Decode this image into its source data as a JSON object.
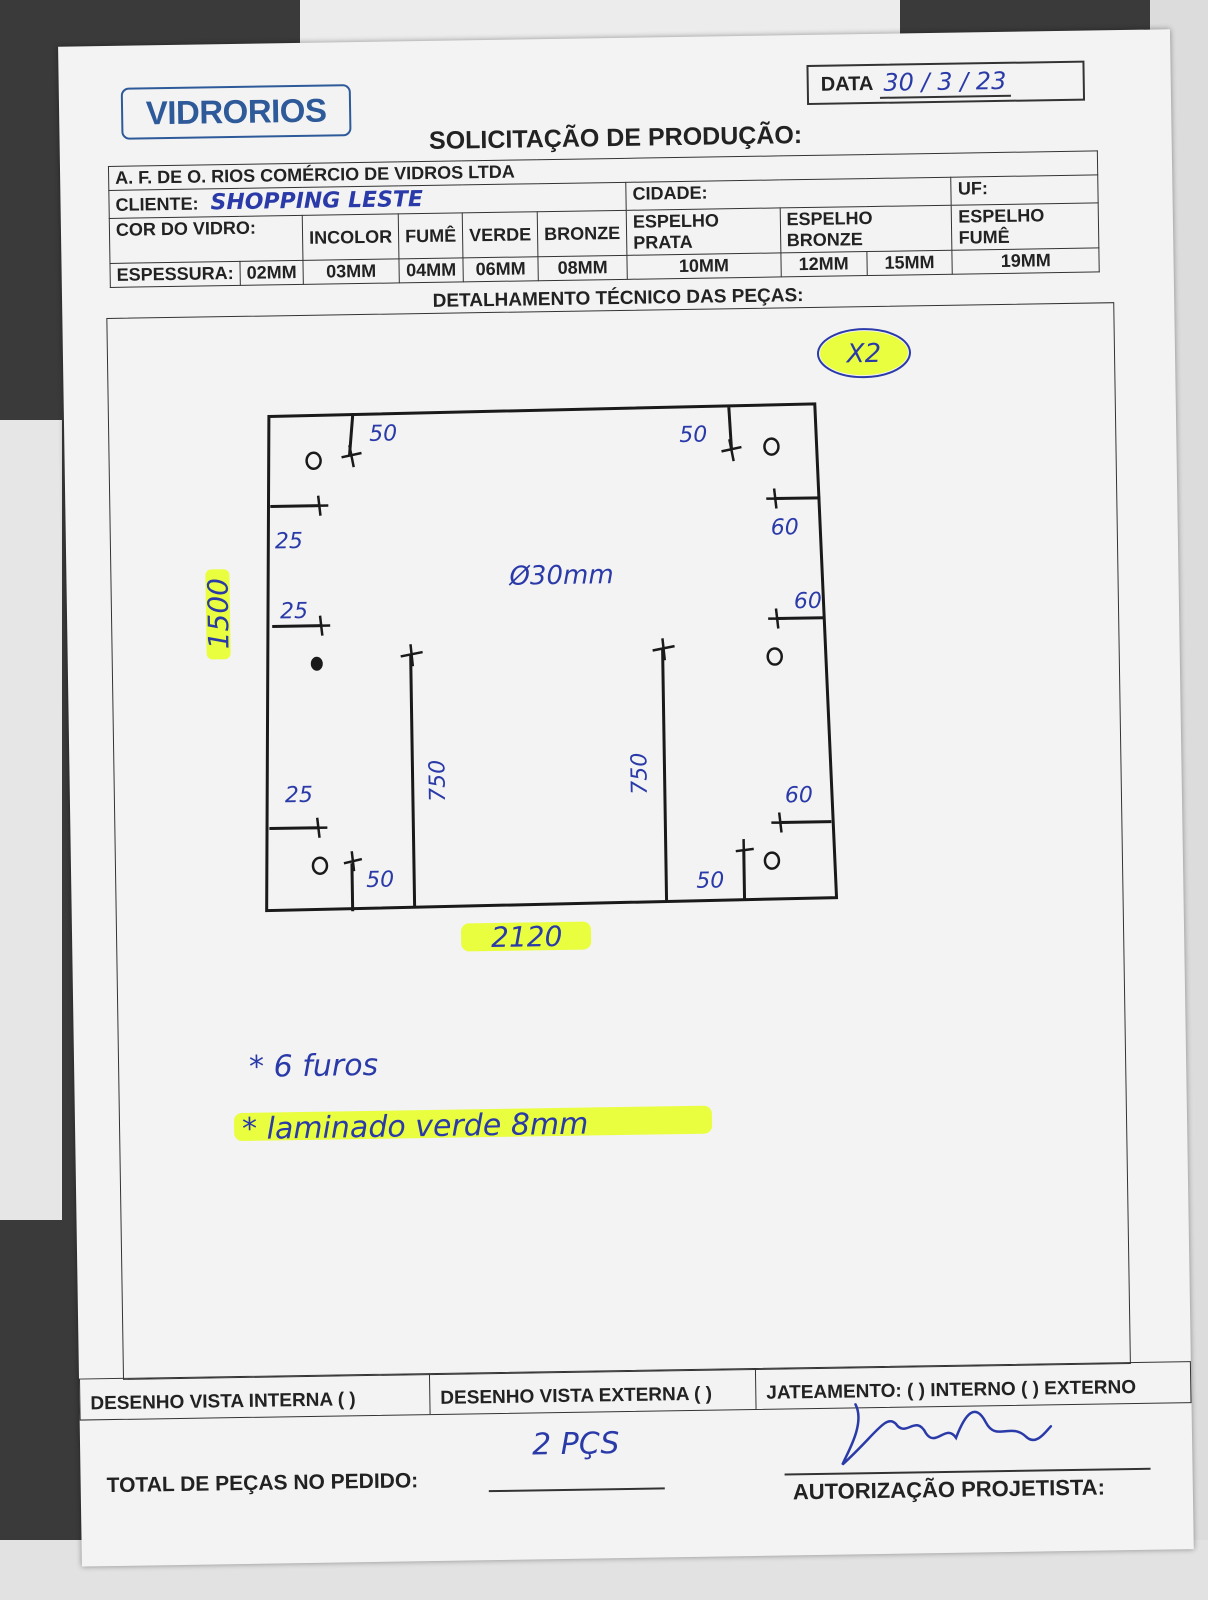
{
  "header": {
    "logo": "VIDRORIOS",
    "date_label": "DATA",
    "date_value": "30 / 3 / 23",
    "title": "SOLICITAÇÃO DE PRODUÇÃO:"
  },
  "company": "A. F. DE O. RIOS COMÉRCIO DE VIDROS LTDA",
  "client": {
    "label": "CLIENTE:",
    "value": "SHOPPING LESTE"
  },
  "city_label": "CIDADE:",
  "uf_label": "UF:",
  "color_row": {
    "label": "COR DO VIDRO:",
    "options": [
      "INCOLOR",
      "FUMÊ",
      "VERDE",
      "BRONZE",
      "ESPELHO PRATA",
      "ESPELHO BRONZE",
      "ESPELHO FUMÊ"
    ]
  },
  "thickness_row": {
    "label": "ESPESSURA:",
    "options": [
      "02MM",
      "03MM",
      "04MM",
      "06MM",
      "08MM",
      "10MM",
      "12MM",
      "15MM",
      "19MM"
    ]
  },
  "technical": {
    "title": "DETALHAMENTO TÉCNICO DAS PEÇAS:",
    "quantity_mark": "X2",
    "height": "1500",
    "width": "2120",
    "hole_diameter": "Ø30mm",
    "dims": {
      "tl_top": "50",
      "tl_left": "25",
      "ml_left": "25",
      "bl_left": "25",
      "bl_bottom": "50",
      "tr_top": "50",
      "tr_right": "60",
      "mr_right": "60",
      "br_right": "60",
      "br_bottom": "50",
      "post_left": "750",
      "post_right": "750"
    },
    "notes": [
      "* 6 furos",
      "* laminado verde 8mm"
    ]
  },
  "highlight_color": "#e8ff2a",
  "ink_color": "#2a3aa8",
  "footer": {
    "internal_view": "DESENHO VISTA INTERNA ( )",
    "external_view": "DESENHO VISTA EXTERNA ( )",
    "sandblast": "JATEAMENTO: ( ) INTERNO ( ) EXTERNO"
  },
  "total": {
    "label": "TOTAL DE PEÇAS NO PEDIDO:",
    "value": "2 PÇS"
  },
  "authorization": {
    "label": "AUTORIZAÇÃO PROJETISTA:",
    "signature": "Filipe Rios"
  }
}
